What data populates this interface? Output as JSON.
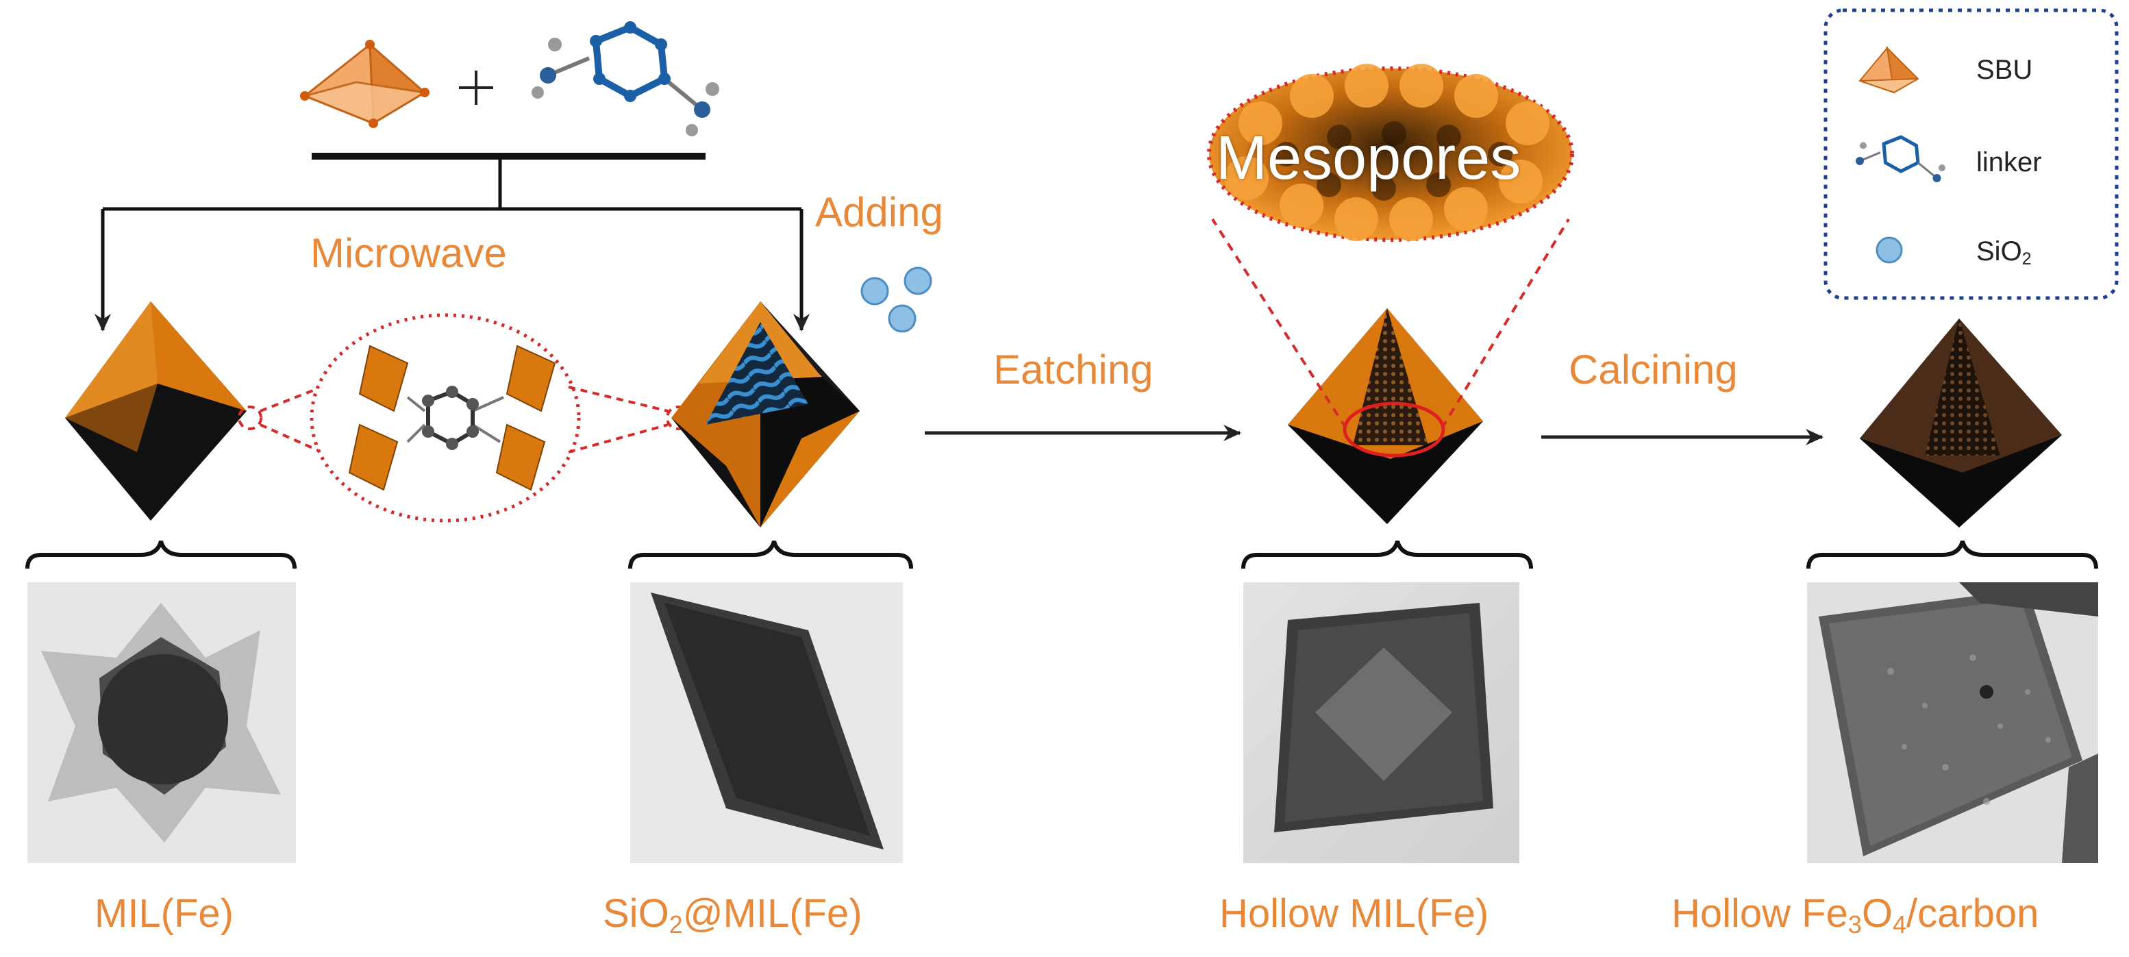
{
  "labels": {
    "microwave": "Microwave",
    "adding": "Adding",
    "etching": "Eatching",
    "calcining": "Calcining",
    "mesopores": "Mesopores"
  },
  "products": {
    "mil": "MIL(Fe)",
    "sio2_mil_pre": "SiO",
    "sio2_mil_sub": "2",
    "sio2_mil_post": "@MIL(Fe)",
    "hollow_mil": "Hollow MIL(Fe)",
    "fe3o4_pre": "Hollow Fe",
    "fe3o4_sub": "3",
    "fe3o4_mid": "O",
    "fe3o4_sub2": "4",
    "fe3o4_post": "/carbon"
  },
  "legend": {
    "sbu": "SBU",
    "linker": "linker",
    "sio2_pre": "SiO",
    "sio2_sub": "2"
  },
  "colors": {
    "orange": "#d9780f",
    "label_orange": "#e8893a",
    "silica_blue": "#8ec0e6",
    "legend_border": "#1f3f8f",
    "dashed_red": "#d42a2a",
    "dark": "#1a1a1a"
  }
}
